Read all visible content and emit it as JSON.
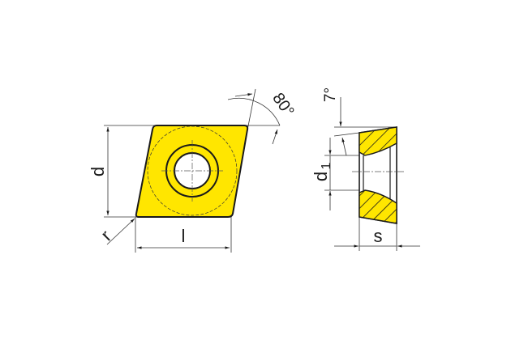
{
  "diagram": {
    "title": "Cutting insert CCMT technical drawing",
    "colors": {
      "insert_fill": "#FFE600",
      "line": "#1a1a1a",
      "dim_line": "#333333",
      "background": "#ffffff"
    },
    "front_view": {
      "labels": {
        "height": "d",
        "length": "l",
        "radius": "r",
        "angle": "80°"
      }
    },
    "side_view": {
      "labels": {
        "bore": "d",
        "bore_sub": "1",
        "thickness": "s",
        "clearance": "7°"
      }
    }
  }
}
